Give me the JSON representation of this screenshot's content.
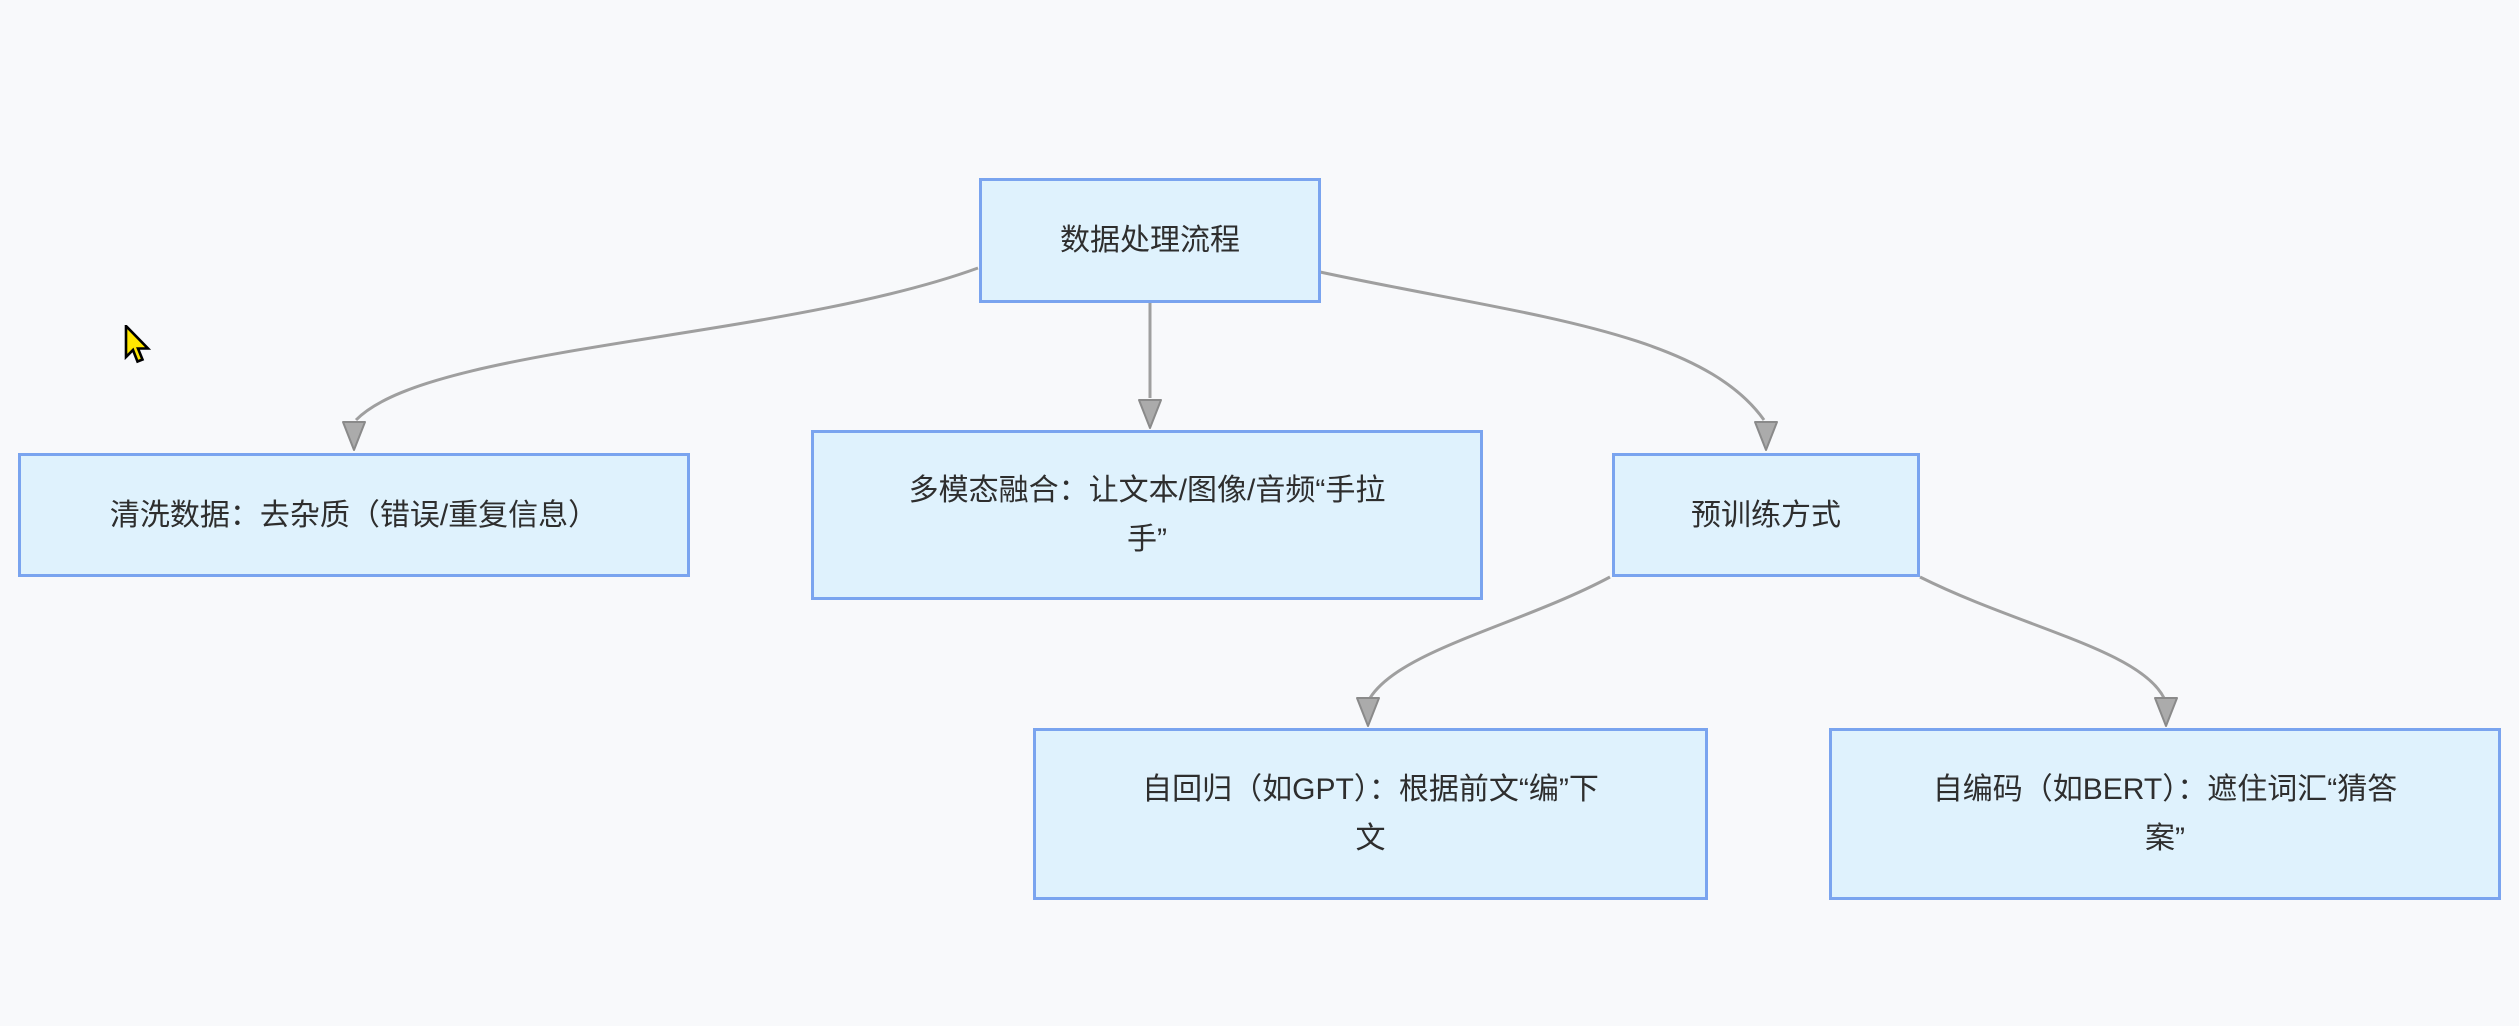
{
  "canvas": {
    "background_color": "#f8f9fb"
  },
  "colors": {
    "node_fill": "#dff2fd",
    "node_border": "#7aa4ef",
    "edge": "#9f9f9f",
    "arrowhead": "#ababab",
    "text": "#2e2e2e",
    "cursor_fill": "#ffe600",
    "cursor_outline": "#000000"
  },
  "diagram": {
    "type": "flowchart",
    "direction": "top-down",
    "nodes": [
      {
        "id": "root",
        "label": "数据处理流程",
        "lines": [
          "数据处理流程"
        ]
      },
      {
        "id": "clean",
        "label": "清洗数据：去杂质（错误/重复信息）",
        "lines": [
          "清洗数据：去杂质（错误/重复信息）"
        ]
      },
      {
        "id": "fusion",
        "label": "多模态融合：让文本/图像/音频“手拉手”",
        "lines": [
          "多模态融合：让文本/图像/音频“手拉",
          "手”"
        ]
      },
      {
        "id": "pretrain",
        "label": "预训练方式",
        "lines": [
          "预训练方式"
        ]
      },
      {
        "id": "ar",
        "label": "自回归（如GPT）：根据前文“编”下文",
        "lines": [
          "自回归（如GPT）：根据前文“编”下",
          "文"
        ]
      },
      {
        "id": "ae",
        "label": "自编码（如BERT）：遮住词汇“猜答案”",
        "lines": [
          "自编码（如BERT）：遮住词汇“猜答",
          "案”"
        ]
      }
    ],
    "edges": [
      {
        "from": "root",
        "to": "clean"
      },
      {
        "from": "root",
        "to": "fusion"
      },
      {
        "from": "root",
        "to": "pretrain"
      },
      {
        "from": "pretrain",
        "to": "ar"
      },
      {
        "from": "pretrain",
        "to": "ae"
      }
    ]
  },
  "cursor": {
    "type": "yellow-arrow-pointer"
  }
}
